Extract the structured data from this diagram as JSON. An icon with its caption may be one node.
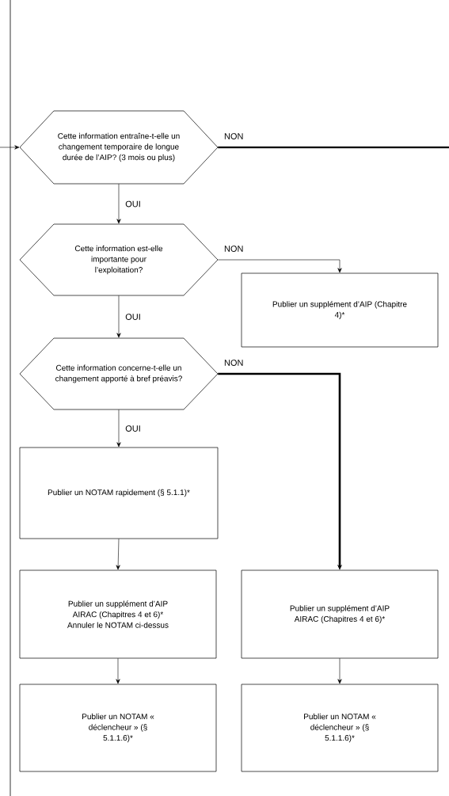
{
  "diagram": {
    "nodes": [
      {
        "text": [
          "Cette information entraîne-t-elle un changement temporaire de longue durée de l’AIP? (3 mois ou plus)"
        ]
      },
      {
        "text": [
          "Cette information est-elle importante pour l’exploitation?"
        ]
      },
      {
        "text": [
          "Publier un supplément d’AIP (Chapitre 4)*"
        ]
      },
      {
        "text": [
          "Cette information concerne-t-elle un changement apporté à bref préavis?"
        ]
      },
      {
        "text": [
          "Publier un NOTAM rapidement (§ 5.1.1)*"
        ]
      },
      {
        "text": [
          "Publier un supplément d’AIP AIRAC (Chapitres 4 et 6)* Annuler le NOTAM ci-dessus"
        ]
      },
      {
        "text": [
          "Publier un supplément d’AIP AIRAC (Chapitres 4 et 6)*"
        ]
      },
      {
        "text": [
          "Publier un NOTAM « déclencheur » (§ 5.1.1.6)*"
        ]
      },
      {
        "text": [
          "Publier un NOTAM « déclencheur » (§ 5.1.1.6)*"
        ]
      }
    ],
    "edges": [
      {
        "from": null,
        "to": 0,
        "arrow": "to"
      },
      {
        "from": 0,
        "to": null,
        "arrow": "none",
        "label": "NON",
        "style": "thick"
      },
      {
        "from": 0,
        "to": 1,
        "arrow": "to",
        "label": "OUI"
      },
      {
        "from": 1,
        "to": 2,
        "arrow": "to",
        "label": "NON"
      },
      {
        "from": 1,
        "to": 3,
        "arrow": "to",
        "label": "OUI"
      },
      {
        "from": 3,
        "to": 6,
        "arrow": "to",
        "label": "NON",
        "style": "thick"
      },
      {
        "from": 3,
        "to": 4,
        "arrow": "to",
        "label": "OUI"
      },
      {
        "from": 4,
        "to": 5,
        "arrow": "to"
      },
      {
        "from": 5,
        "to": 7,
        "arrow": "to"
      },
      {
        "from": 6,
        "to": 8,
        "arrow": "to"
      }
    ]
  }
}
